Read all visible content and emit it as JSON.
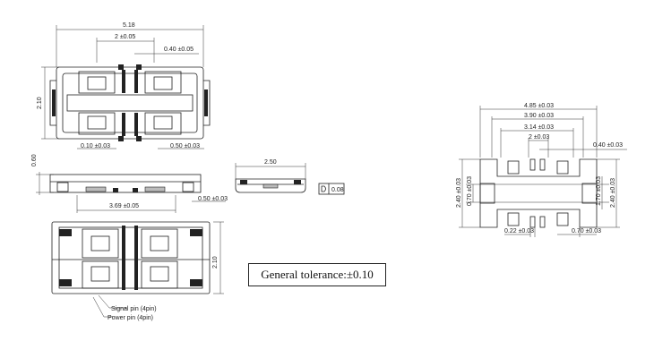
{
  "top_view": {
    "width": "5.18",
    "pin_spacing": "2 ±0.05",
    "pad_width": "0.40 ±0.05",
    "height": "2.10",
    "left_pad": "0.10 ±0.03",
    "right_pad": "0.50 ±0.03"
  },
  "side_view": {
    "thickness": "0.60",
    "pad_offset": "0.50 ±0.03",
    "pad_span": "3.69 ±0.05"
  },
  "end_view": {
    "width": "2.50",
    "gap": "0.08"
  },
  "bottom_view": {
    "height": "2.10",
    "signal_pin": "Signal pin (4pin)",
    "power_pin": "Power pin (4pin)"
  },
  "tolerance": {
    "text": "General tolerance:±0.10"
  },
  "footprint": {
    "total_width": "4.85 ±0.03",
    "outer_width": "3.90 ±0.03",
    "inner_width": "3.14 ±0.03",
    "center_pitch": "2 ±0.03",
    "pad_width": "0.40 ±0.03",
    "left_height": "2.40 ±0.03",
    "pad_height": "0.70 ±0.03",
    "inner_height": "1.70 ±0.03",
    "right_height": "2.40 ±0.03",
    "slot_width": "0.22 ±0.03",
    "edge_pad": "0.70 ±0.03"
  }
}
